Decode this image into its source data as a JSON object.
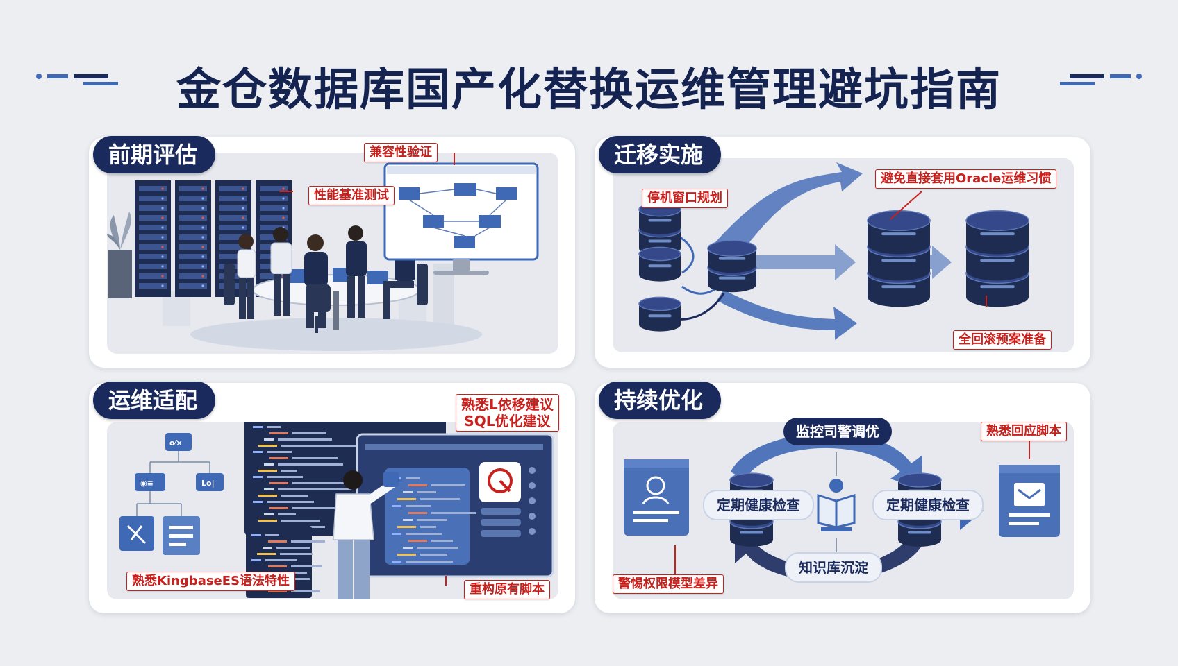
{
  "title": "金仓数据库国产化替换运维管理避坑指南",
  "colors": {
    "navy": "#1a2a5c",
    "accent_red": "#c8201c",
    "blue": "#3f68b5"
  },
  "panels": {
    "assess": {
      "tab": "前期评估",
      "labels": {
        "compat": "兼容性验证",
        "perf": "性能基准测试"
      }
    },
    "migrate": {
      "tab": "迁移实施",
      "labels": {
        "avoid_oracle": "避免直接套用Oracle运维习惯",
        "window": "停机窗口规划",
        "rollback": "全回滚预案准备"
      }
    },
    "ops": {
      "tab": "运维适配",
      "labels": {
        "suggest_line1": "熟悉L依移建议",
        "suggest_line2": "SQL优化建议",
        "syntax": "熟悉KingbaseES语法特性",
        "refactor": "重构原有脚本"
      }
    },
    "optimize": {
      "tab": "持续优化",
      "labels": {
        "script": "熟悉回应脚本",
        "perm": "警惕权限模型差异"
      },
      "nodes": {
        "monitor": "监控司警调优",
        "health_left": "定期健康检查",
        "health_right": "定期健康检查",
        "knowledge": "知识库沉淀"
      }
    }
  },
  "icons": [
    "server-rack-icon",
    "plant-icon",
    "person-icon",
    "laptop-icon",
    "monitor-icon",
    "database-icon",
    "arrow-icon",
    "book-icon",
    "report-icon",
    "gear-icon",
    "code-icon",
    "profile-card-icon"
  ]
}
